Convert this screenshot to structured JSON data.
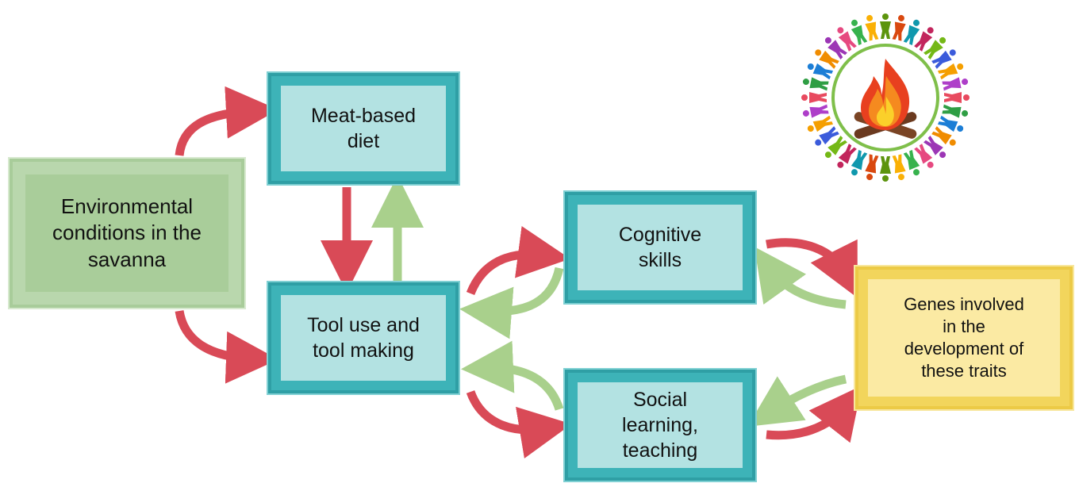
{
  "boxes": {
    "environment": {
      "lines": [
        "Environmental",
        "conditions in the",
        "savanna"
      ]
    },
    "meat_diet": {
      "lines": [
        "Meat-based",
        "diet"
      ]
    },
    "tool_use": {
      "lines": [
        "Tool use and",
        "tool making"
      ]
    },
    "cognitive": {
      "lines": [
        "Cognitive",
        "skills"
      ]
    },
    "social": {
      "lines": [
        "Social",
        "learning,",
        "teaching"
      ]
    },
    "genes": {
      "lines": [
        "Genes involved",
        "in the",
        "development of",
        "these traits"
      ]
    }
  },
  "colors": {
    "teal_border": "#3db3b8",
    "teal_fill": "#b3e2e2",
    "green_border": "#b9d7ad",
    "green_fill": "#a9cd9a",
    "yellow_border": "#f2d55c",
    "yellow_fill": "#fbeaa3",
    "red_arrow": "#d94a57",
    "green_arrow": "#a9d08c"
  },
  "logo": {
    "icon": "campfire-people-circle-icon"
  }
}
